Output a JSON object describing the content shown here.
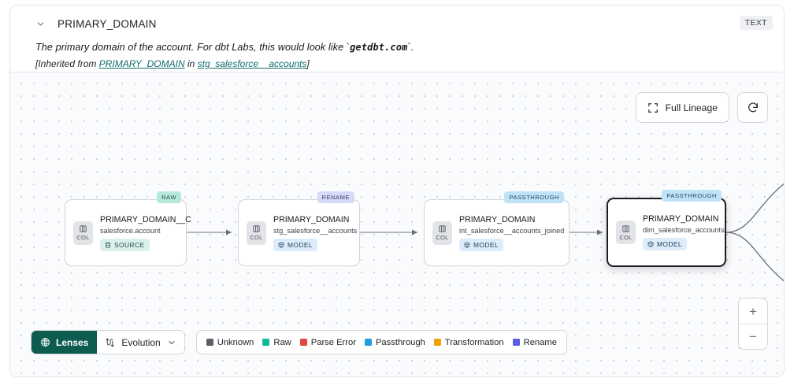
{
  "header": {
    "chevron_icon": "chevron-down-icon",
    "title": "PRIMARY_DOMAIN",
    "type_badge": "TEXT",
    "description_prefix": "The primary domain of the account. For dbt Labs, this would look like `",
    "description_code": "getdbt.com",
    "description_suffix": "`.",
    "inherited_open": "[Inherited from ",
    "inherited_link1": "PRIMARY_DOMAIN",
    "inherited_mid": " in ",
    "inherited_link2": "stg_salesforce__accounts",
    "inherited_close": "]"
  },
  "controls": {
    "full_lineage_label": "Full Lineage",
    "full_lineage_icon": "expand-icon",
    "refresh_icon": "refresh-icon",
    "zoom_in_label": "+",
    "zoom_out_label": "−"
  },
  "nodes": [
    {
      "id": "node-1",
      "tag": "RAW",
      "tag_style": "tag-raw",
      "chip_label": "COL",
      "title": "PRIMARY_DOMAIN__C",
      "subtitle": "salesforce.account",
      "badge_label": "SOURCE",
      "badge_style": "badge-source",
      "badge_icon": "database-icon",
      "selected": false
    },
    {
      "id": "node-2",
      "tag": "RENAME",
      "tag_style": "tag-ren",
      "chip_label": "COL",
      "title": "PRIMARY_DOMAIN",
      "subtitle": "stg_salesforce__accounts",
      "badge_label": "MODEL",
      "badge_style": "badge-model",
      "badge_icon": "cube-icon",
      "selected": false
    },
    {
      "id": "node-3",
      "tag": "PASSTHROUGH",
      "tag_style": "tag-pass",
      "chip_label": "COL",
      "title": "PRIMARY_DOMAIN",
      "subtitle": "int_salesforce__accounts_joined",
      "badge_label": "MODEL",
      "badge_style": "badge-model",
      "badge_icon": "cube-icon",
      "selected": false
    },
    {
      "id": "node-4",
      "tag": "PASSTHROUGH",
      "tag_style": "tag-pass",
      "chip_label": "COL",
      "title": "PRIMARY_DOMAIN",
      "subtitle": "dim_salesforce_accounts",
      "badge_label": "MODEL",
      "badge_style": "badge-model",
      "badge_icon": "cube-icon",
      "selected": true
    }
  ],
  "toolbar": {
    "lenses_label": "Lenses",
    "lenses_icon": "lens-icon",
    "evolution_label": "Evolution",
    "evolution_icon": "evolution-icon",
    "evolution_caret": "chevron-down-icon"
  },
  "legend": {
    "items": [
      {
        "label": "Unknown",
        "color": "#5b5f66"
      },
      {
        "label": "Raw",
        "color": "#13b89a"
      },
      {
        "label": "Parse Error",
        "color": "#e3453f"
      },
      {
        "label": "Passthrough",
        "color": "#1a9fe0"
      },
      {
        "label": "Transformation",
        "color": "#f2a007"
      },
      {
        "label": "Rename",
        "color": "#5b5fe0"
      }
    ]
  }
}
